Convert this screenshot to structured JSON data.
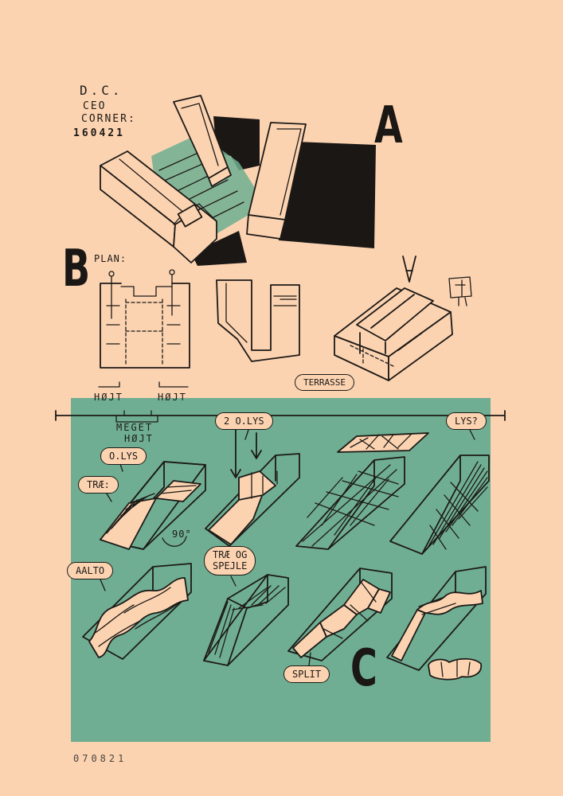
{
  "header": {
    "initials": "D.C.",
    "line1": "CEO",
    "line2": "CORNER:",
    "date": "160421"
  },
  "sections": {
    "a": "A",
    "b": "B",
    "c": "C"
  },
  "section_b": {
    "plan_label": "PLAN:",
    "high_left": "HØJT",
    "high_right": "HØJT",
    "very_high_1": "MEGET",
    "very_high_2": "HØJT",
    "terrace": "TERRASSE"
  },
  "section_c": {
    "bubbles": {
      "daylight_2": "2 O.LYS",
      "light_q": "LYS?",
      "daylight": "O.LYS",
      "wood": "TRÆ:",
      "aalto": "AALTO",
      "wood_mirror_1": "TRÆ OG",
      "wood_mirror_2": "SPEJLE",
      "split": "SPLIT"
    },
    "rotation_note": "90°"
  },
  "footer": {
    "date": "070821"
  },
  "colors": {
    "paper": "#fcd3b1",
    "green": "#6fae92",
    "ink": "#1a1715"
  }
}
